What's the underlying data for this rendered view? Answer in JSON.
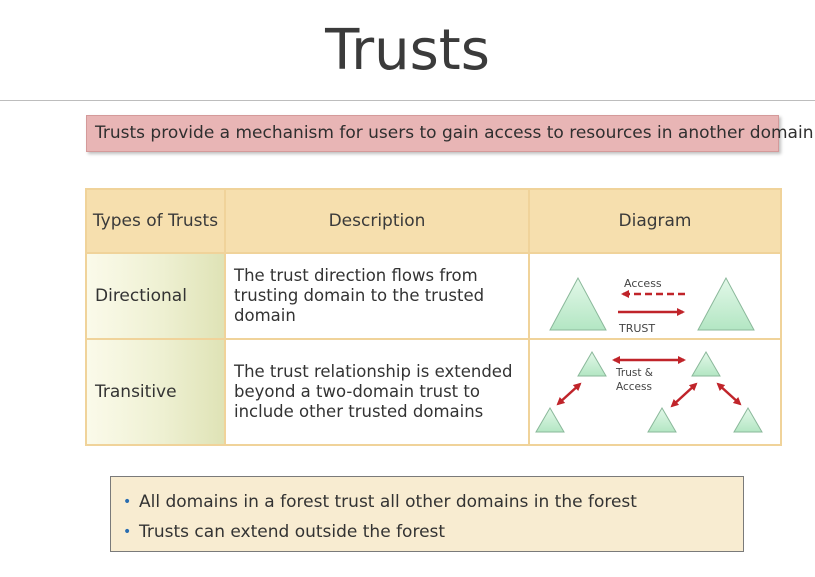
{
  "slide": {
    "title": "Trusts",
    "callout": "Trusts provide a mechanism for users to gain access to resources in another domain"
  },
  "table": {
    "headers": [
      "Types of Trusts",
      "Description",
      "Diagram"
    ],
    "rows": [
      {
        "type": "Directional",
        "description": "The trust direction flows from trusting domain to the trusted domain",
        "diagram_labels": [
          "Access",
          "TRUST"
        ]
      },
      {
        "type": "Transitive",
        "description": "The trust relationship is extended beyond a two-domain trust to include other trusted domains",
        "diagram_labels": [
          "Trust &",
          "Access"
        ]
      }
    ]
  },
  "bullets": [
    "All domains in a forest trust all other domains in the forest",
    "Trusts can extend outside the forest"
  ],
  "colors": {
    "callout_bg": "#e8b5b5",
    "header_bg": "#f6dfae",
    "table_border": "#f0d39a",
    "triangle_fill": "#c6efd2",
    "arrow_red": "#c0242a",
    "bullet_box_bg": "#f8ecd1",
    "bullet_marker": "#2a6db0"
  },
  "icons": {
    "domain_node": "triangle-domain-icon",
    "bullet": "bullet-dot"
  }
}
